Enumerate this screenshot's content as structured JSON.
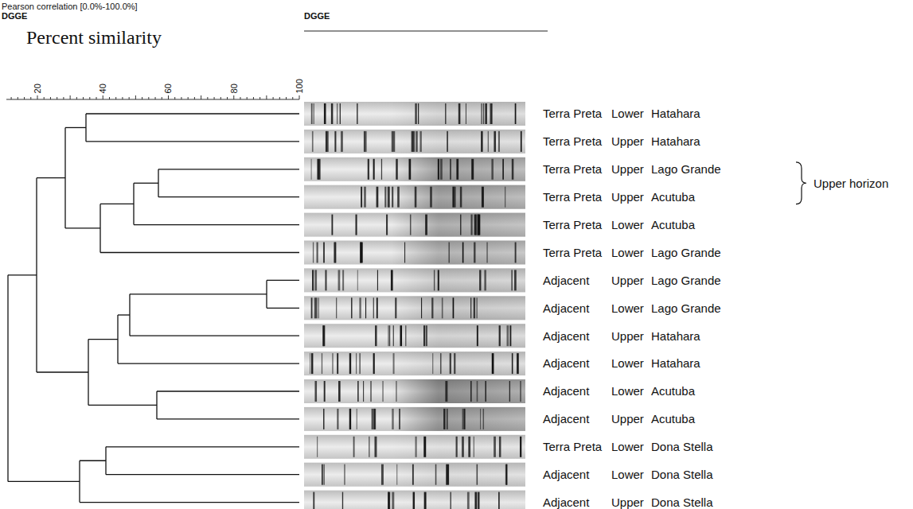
{
  "diagram": {
    "labels": [
      "Pearson correlation [0.0%-100.0%]",
      "DGGE",
      "DGGE",
      "Percent similarity",
      "20",
      "40",
      "60",
      "80",
      "100",
      "Terra Preta",
      "Lower",
      "Hatahara",
      "Terra Preta",
      "Upper",
      "Hatahara",
      "Terra Preta",
      "Upper",
      "Lago Grande",
      "Terra Preta",
      "Upper",
      "Acutuba",
      "Terra Preta",
      "Lower",
      "Acutuba",
      "Terra Preta",
      "Lower",
      "Lago Grande",
      "Adjacent",
      "Upper",
      "Lago Grande",
      "Adjacent",
      "Lower",
      "Lago Grande",
      "Adjacent",
      "Upper",
      "Hatahara",
      "Adjacent",
      "Lower",
      "Hatahara",
      "Adjacent",
      "Lower",
      "Acutuba",
      "Adjacent",
      "Upper",
      "Acutuba",
      "Terra Preta",
      "Lower",
      "Dona Stella",
      "Adjacent",
      "Lower",
      "Dona Stella",
      "Adjacent",
      "Upper",
      "Dona Stella",
      "Upper horizon"
    ]
  }
}
